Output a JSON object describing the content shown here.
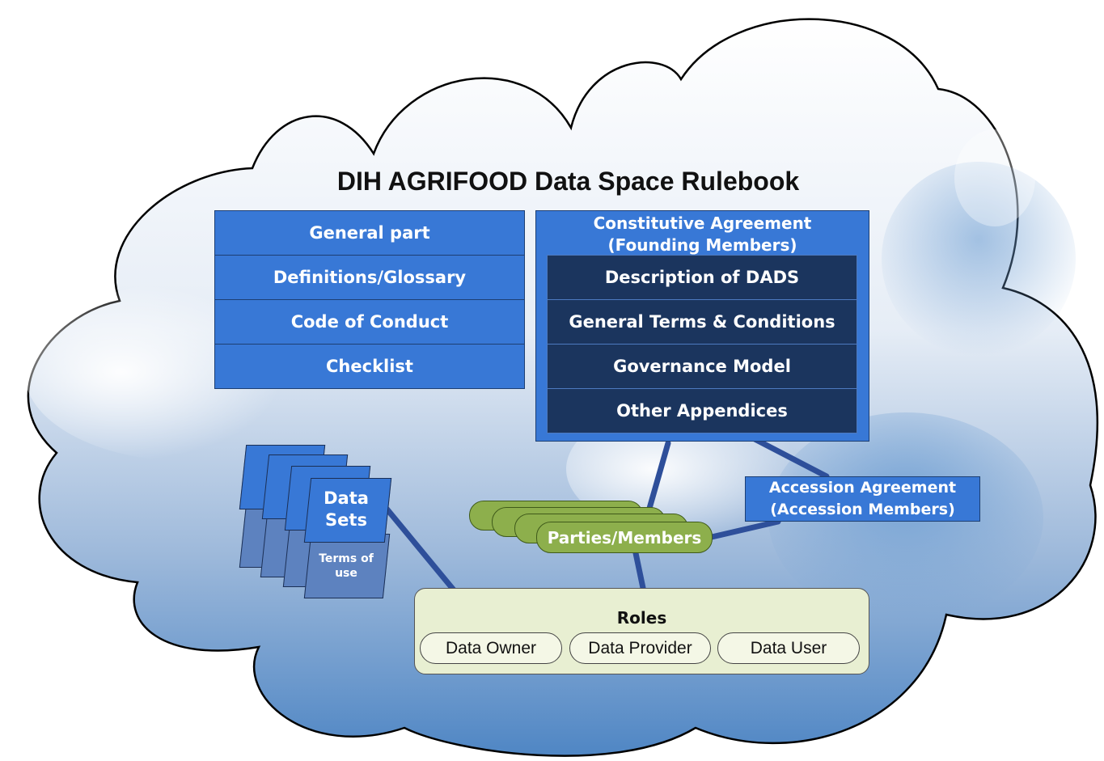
{
  "title": "DIH AGRIFOOD Data Space Rulebook",
  "general_blocks": [
    "General part",
    "Definitions/Glossary",
    "Code of Conduct",
    "Checklist"
  ],
  "constitutive": {
    "title_line1": "Constitutive Agreement",
    "title_line2": "(Founding Members)",
    "items": [
      "Description of DADS",
      "General Terms & Conditions",
      "Governance Model",
      "Other Appendices"
    ]
  },
  "accession": {
    "line1": "Accession Agreement",
    "line2": "(Accession Members)"
  },
  "parties": "Parties/Members",
  "data_sets": {
    "line1": "Data",
    "line2": "Sets",
    "terms_line1": "Terms of",
    "terms_line2": "use"
  },
  "roles": {
    "title": "Roles",
    "items": [
      "Data Owner",
      "Data Provider",
      "Data User"
    ]
  },
  "colors": {
    "block_blue": "#3878D6",
    "dark_navy": "#1B355E",
    "parties_green": "#8DAF4C",
    "roles_bg": "#E8EFD2",
    "connector": "#2E4F9A"
  }
}
